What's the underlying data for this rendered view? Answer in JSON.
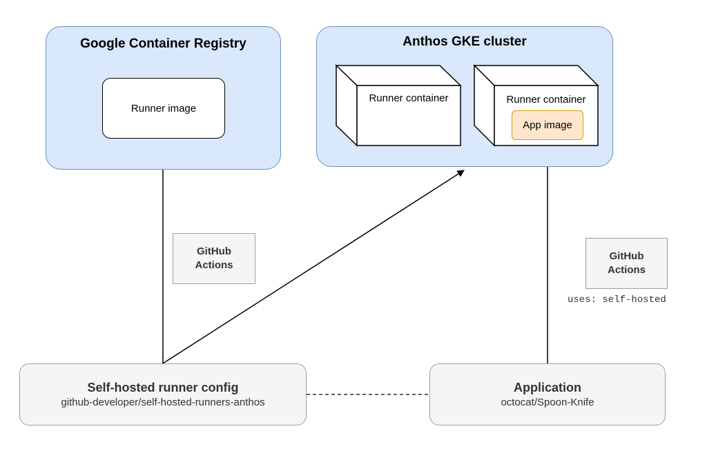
{
  "registry": {
    "title": "Google Container Registry",
    "image_label": "Runner image"
  },
  "cluster": {
    "title": "Anthos GKE cluster",
    "container_1_label": "Runner container",
    "container_2_label": "Runner container",
    "app_image_label": "App image"
  },
  "actions_left": {
    "line1": "GitHub",
    "line2": "Actions"
  },
  "actions_right": {
    "line1": "GitHub",
    "line2": "Actions",
    "note": "uses: self-hosted"
  },
  "runner_config": {
    "title": "Self-hosted runner config",
    "subtitle": "github-developer/self-hosted-runners-anthos"
  },
  "application": {
    "title": "Application",
    "subtitle": "octocat/Spoon-Knife"
  },
  "colors": {
    "group_fill": "#dae8fc",
    "group_stroke": "#6c8ebf",
    "app_image_fill": "#ffe6cc",
    "app_image_stroke": "#d79b00",
    "label_box_fill": "#f5f5f5"
  }
}
